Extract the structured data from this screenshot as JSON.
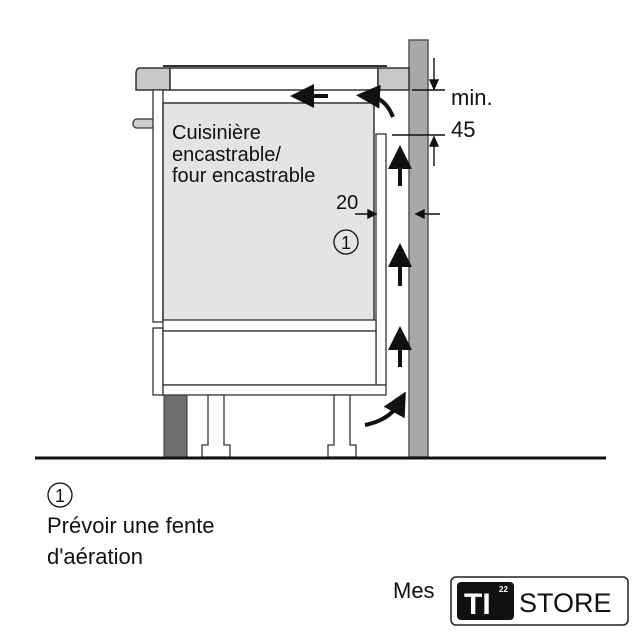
{
  "diagram": {
    "appliance_label": [
      "Cuisinière",
      "encastrable/",
      "four encastrable"
    ],
    "min_label": "min.",
    "min_value": "45",
    "gap_value": "20",
    "callout_number": "1"
  },
  "legend": {
    "number": "1",
    "line1": "Prévoir une fente",
    "line2": "d'aération"
  },
  "footer": {
    "partial_text": "Mes",
    "logo_mark": "TI",
    "logo_superscript": "22",
    "logo_text": "STORE"
  },
  "colors": {
    "wall": "#a9a9a9",
    "oven": "#e4e4e4",
    "plinth": "#6e6e6e",
    "line": "#111111"
  }
}
